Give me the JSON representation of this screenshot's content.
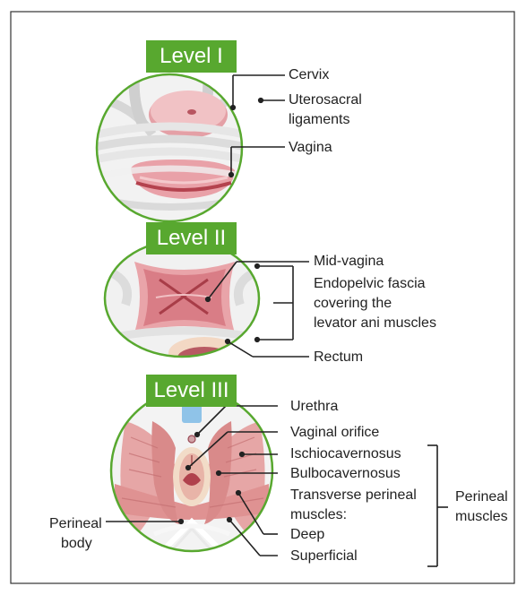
{
  "levels": [
    {
      "badge": "Level I"
    },
    {
      "badge": "Level II"
    },
    {
      "badge": "Level III"
    }
  ],
  "labels": {
    "cervix": "Cervix",
    "uterosacral_1": "Uterosacral",
    "uterosacral_2": "ligaments",
    "vagina": "Vagina",
    "mid_vagina": "Mid-vagina",
    "endopelvic_1": "Endopelvic fascia",
    "endopelvic_2": "covering the",
    "endopelvic_3": "levator ani muscles",
    "rectum": "Rectum",
    "urethra": "Urethra",
    "vaginal_orifice": "Vaginal orifice",
    "ischiocavernosus": "Ischiocavernosus",
    "bulbocavernosus": "Bulbocavernosus",
    "transverse_1": "Transverse perineal",
    "transverse_2": "muscles:",
    "deep": "Deep",
    "superficial": "Superficial",
    "perineal_muscles_1": "Perineal",
    "perineal_muscles_2": "muscles",
    "perineal_body_1": "Perineal",
    "perineal_body_2": "body"
  },
  "colors": {
    "accent_green": "#58a82f",
    "frame": "#333333",
    "leader": "#222222"
  }
}
